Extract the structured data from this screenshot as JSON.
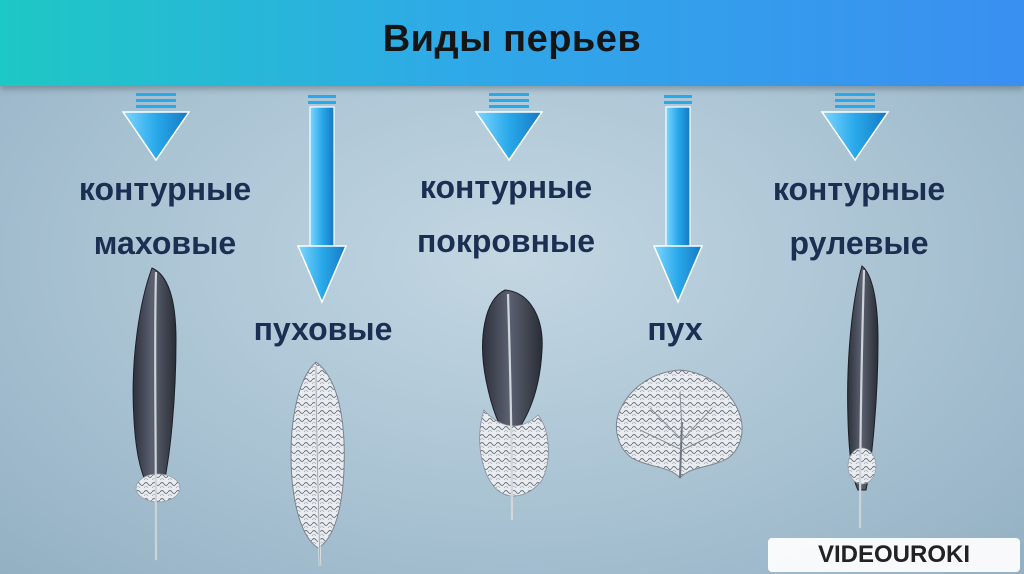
{
  "title": "Виды перьев",
  "labels": {
    "flight_line1": "контурные",
    "flight_line2": "маховые",
    "down_feather": "пуховые",
    "covert_line1": "контурные",
    "covert_line2": "покровные",
    "down": "пух",
    "tail_line1": "контурные",
    "tail_line2": "рулевые"
  },
  "watermark": "VIDEOUROKI",
  "colors": {
    "header_start": "#1ec8c4",
    "header_end": "#3a8ff0",
    "arrow": "#29a9ea",
    "label_text": "#1a2f52",
    "feather_dark": "#3e4250"
  }
}
